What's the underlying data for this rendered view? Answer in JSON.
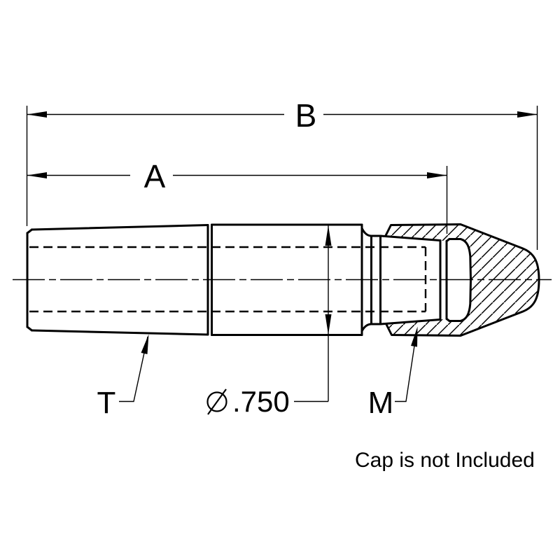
{
  "drawing": {
    "title_note": "Cap is not Included",
    "dimensions": {
      "overall_length_label": "B",
      "body_length_label": "A",
      "taper_label": "T",
      "thread_label": "M",
      "diameter_symbol": "⌀",
      "diameter_value": ".750"
    },
    "colors": {
      "line": "#000000",
      "background": "#ffffff"
    }
  }
}
